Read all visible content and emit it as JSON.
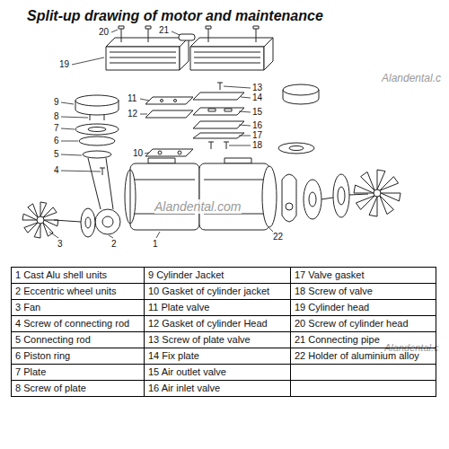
{
  "diagram": {
    "title": "Split-up drawing of motor and maintenance",
    "labels": [
      "Alandental.c",
      "20",
      "21",
      "19",
      "13",
      "14",
      "11",
      "12",
      "15",
      "9",
      "16",
      "8",
      "17",
      "7",
      "18",
      "6",
      "10",
      "5",
      "4",
      "Alandental.com",
      "22",
      "3",
      "2",
      "1",
      "1 Cast Alu shell units",
      "9 Cylinder Jacket",
      "17 Valve gasket",
      "2 Eccentric wheel units",
      "10 Gasket of cylinder jacket",
      "18 Screw of valve",
      "3 Fan",
      "11 Plate valve",
      "19 Cylinder head",
      "4 Screw of connecting rod",
      "12 Gasket of cylinder Head",
      "20 Screw of cylinder head",
      "5 Connecting rod",
      "13 Screw of plate valve",
      "21 Connecting pipe",
      "6 Piston ring",
      "14 Fix plate",
      "22 Holder of aluminium alloy",
      "7 Plate",
      "15 Air outlet valve",
      "8 Screw of plate",
      "16 Air inlet valve",
      "Alandental.c"
    ]
  }
}
